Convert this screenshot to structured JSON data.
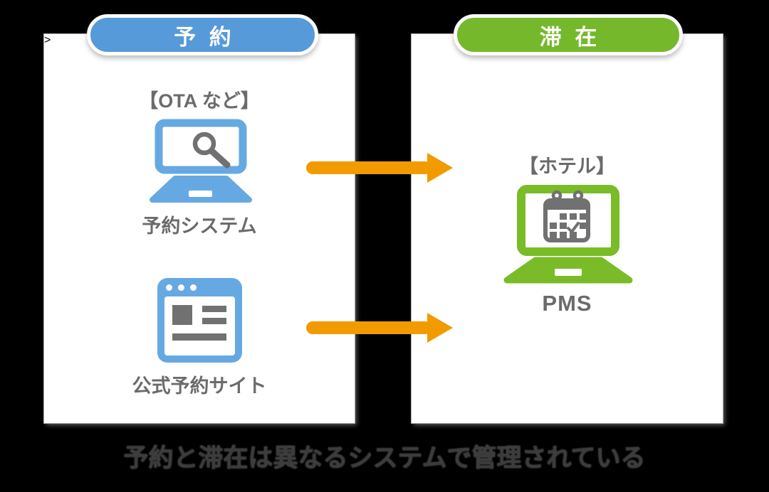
{
  "colors": {
    "background": "#000000",
    "card_white": "#FFFFFF",
    "header_blue": "#569AD9",
    "icon_blue": "#66A9E2",
    "header_green": "#76B82B",
    "icon_green": "#7ABC27",
    "arrow_orange": "#F29B00",
    "label_gray": "#6B6B6B",
    "icon_gray": "#727171",
    "caption_gray": "#3C3C3C"
  },
  "left_panel": {
    "header": "予 約",
    "ota_label": "【OTA など】",
    "reservation_system_label": "予約システム",
    "official_site_label": "公式予約サイト"
  },
  "right_panel": {
    "header": "滞 在",
    "hotel_label": "【ホテル】",
    "pms_label": "PMS"
  },
  "icons": {
    "left_top": "laptop-search",
    "left_bottom": "browser-window",
    "right": "laptop-calendar",
    "connector": "arrow-right"
  },
  "arrows": {
    "count": 2,
    "direction": "left-to-right"
  },
  "caption": "予約と滞在は異なるシステムで管理されている"
}
